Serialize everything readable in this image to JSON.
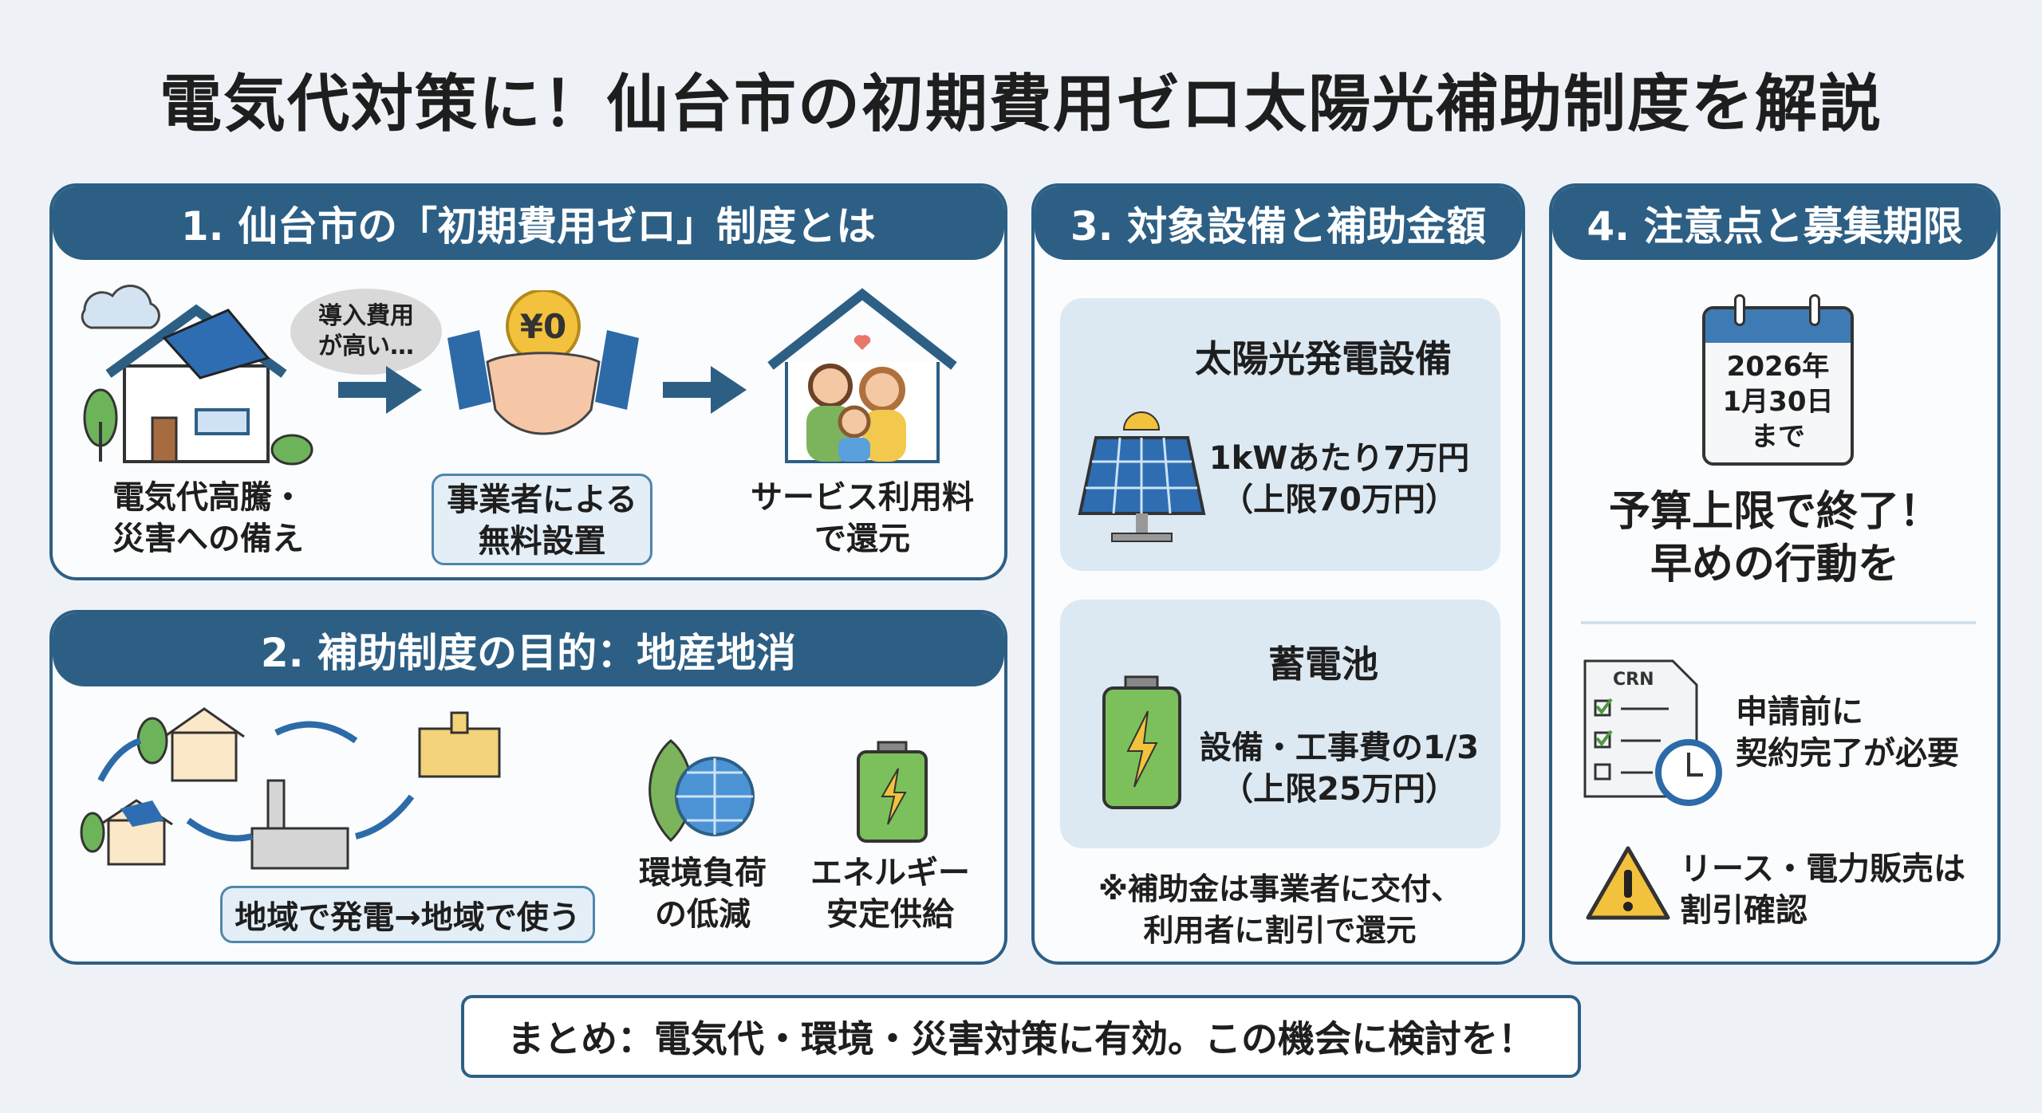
{
  "title": "電気代対策に！仙台市の初期費用ゼロ太陽光補助制度を解説",
  "panel1": {
    "header": "1. 仙台市の「初期費用ゼロ」制度とは",
    "bubble": "導入費用\nが高い…",
    "coin": "¥0",
    "step1": "電気代高騰・\n災害への備え",
    "step2": "事業者による\n無料設置",
    "step3": "サービス利用料\nで還元"
  },
  "panel2": {
    "header": "2. 補助制度の目的：地産地消",
    "diagram_label": "地域で発電→地域で使う",
    "item1": "環境負荷\nの低減",
    "item2": "エネルギー\n安定供給"
  },
  "panel3": {
    "header": "3. 対象設備と補助金額",
    "solar": {
      "title": "太陽光発電設備",
      "amount": "1kWあたり7万円\n（上限70万円）"
    },
    "battery": {
      "title": "蓄電池",
      "amount": "設備・工事費の1/3\n（上限25万円）"
    },
    "note": "※補助金は事業者に交付、\n利用者に割引で還元"
  },
  "panel4": {
    "header": "4. 注意点と募集期限",
    "deadline": "2026年\n1月30日\nまで",
    "warning_main": "予算上限で終了！\n早めの行動を",
    "doc_label": "CRN",
    "point1": "申請前に\n契約完了が必要",
    "point2": "リース・電力販売は\n割引確認"
  },
  "summary": "まとめ：電気代・環境・災害対策に有効。この機会に検討を！",
  "colors": {
    "primary": "#2d5f85",
    "card": "#dce9f3",
    "background": "#eef2f6"
  }
}
